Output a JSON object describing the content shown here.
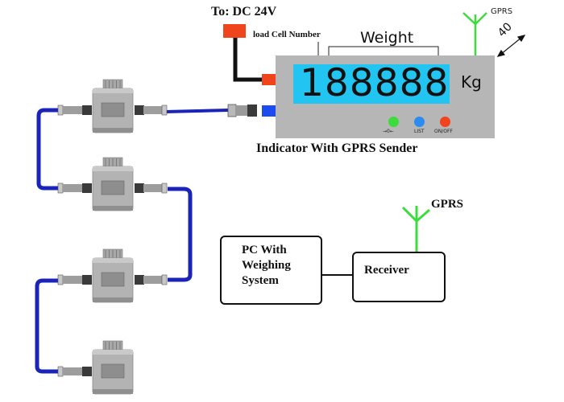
{
  "power": {
    "label": "To: DC 24V",
    "connector_color": "#f0441c"
  },
  "indicator": {
    "title": "Indicator With GPRS Sender",
    "display_value": "188888",
    "unit": "Kg",
    "body_color": "#b6b6b6",
    "display_color": "#22c4f2",
    "annotations": {
      "load_cell_number": "load Cell Number",
      "weight": "Weight"
    },
    "dimension": "40",
    "antenna_label": "GPRS",
    "antenna_color": "#3ddc3d",
    "buttons": [
      {
        "label": "→0←",
        "color": "#3ddc3d",
        "name": "zero"
      },
      {
        "label": "LIST",
        "color": "#2a8cf0",
        "name": "list"
      },
      {
        "label": "ON/OFF",
        "color": "#f0441c",
        "name": "on-off"
      }
    ],
    "ports": {
      "power_port_color": "#f0441c",
      "loadcell_port_color": "#1b4cf0"
    }
  },
  "cable_color": "#1a24b8",
  "load_cells": [
    {
      "name": "load-cell-1"
    },
    {
      "name": "load-cell-2"
    },
    {
      "name": "load-cell-3"
    },
    {
      "name": "load-cell-4"
    }
  ],
  "pc": {
    "label_line1": "PC With",
    "label_line2": "Weighing",
    "label_line3": "System"
  },
  "receiver": {
    "label": "Receiver",
    "antenna_label": "GPRS"
  }
}
